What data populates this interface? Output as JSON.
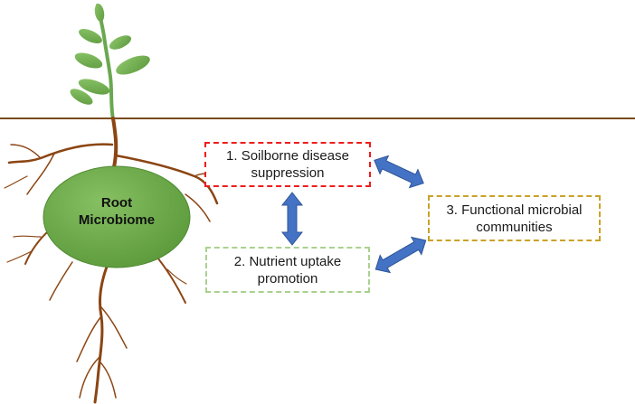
{
  "root_microbiome": {
    "line1": "Root",
    "line2": "Microbiome"
  },
  "boxes": {
    "disease": {
      "line1": "1. Soilborne disease",
      "line2": "suppression"
    },
    "nutrient": {
      "line1": "2. Nutrient uptake",
      "line2": "promotion"
    },
    "functional": {
      "line1": "3. Functional microbial",
      "line2": "communities"
    }
  },
  "colors": {
    "ground_line": "#7a4a1c",
    "roots": "#8b4513",
    "stem": "#6aa84f",
    "leaves": "#70ad47",
    "microbiome_blob": "#6aa84f",
    "arrows": "#4472c4",
    "disease_border": "#ee1c1c",
    "nutrient_border": "#a9d18e",
    "functional_border": "#c9a227"
  }
}
